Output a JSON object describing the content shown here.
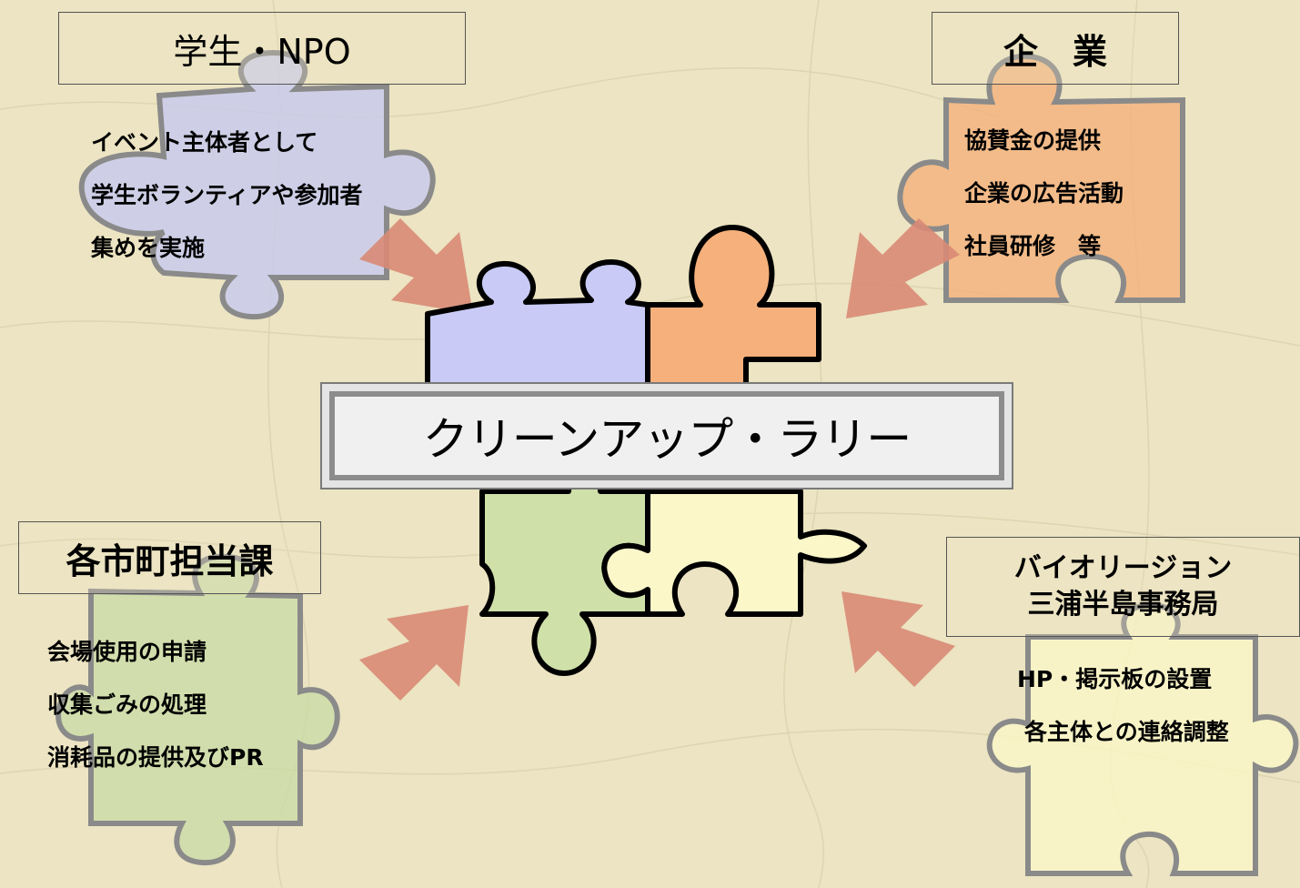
{
  "center": {
    "title": "クリーンアップ・ラリー"
  },
  "students": {
    "title": "学生・NPO",
    "lines": [
      "イベント主体者として",
      "学生ボランティアや参加者",
      "集めを実施"
    ]
  },
  "company": {
    "title": "企　業",
    "lines": [
      "協賛金の提供",
      "企業の広告活動",
      "社員研修　等"
    ]
  },
  "city": {
    "title": "各市町担当課",
    "lines": [
      "会場使用の申請",
      "収集ごみの処理",
      "消耗品の提供及びPR"
    ]
  },
  "bio": {
    "title_line1": "バイオリージョン",
    "title_line2": "三浦半島事務局",
    "lines": [
      "HP・掲示板の設置",
      "各主体との連絡調整"
    ]
  },
  "colors": {
    "background": "#ece4c2",
    "students_piece": "#c7c9ef",
    "company_piece": "#f4b07a",
    "city_piece": "#c8dba4",
    "bio_piece": "#fbf6c7",
    "arrow": "#d98a75"
  }
}
